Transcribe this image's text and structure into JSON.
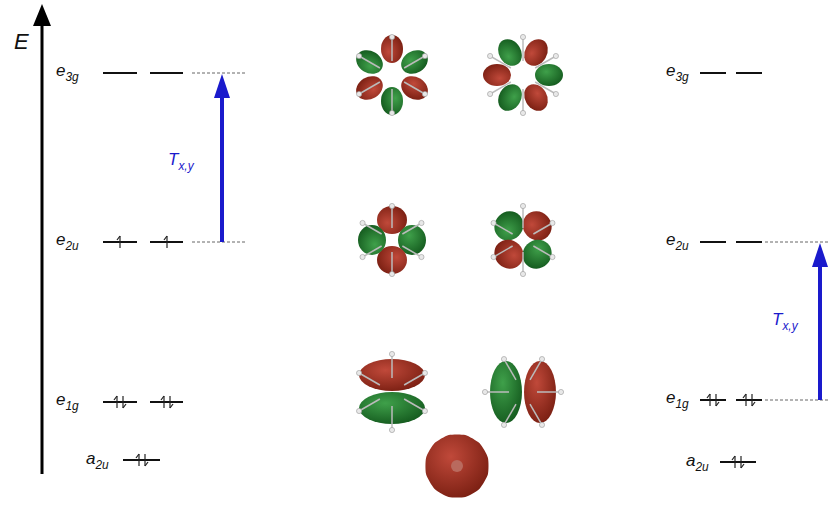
{
  "diagram": {
    "labels": [
      "E",
      "e3g",
      "e2u",
      "Tx,y",
      "e1g",
      "a2u",
      "e3g",
      "e2u",
      "Tx,y",
      "e1g",
      "a2u"
    ]
  }
}
